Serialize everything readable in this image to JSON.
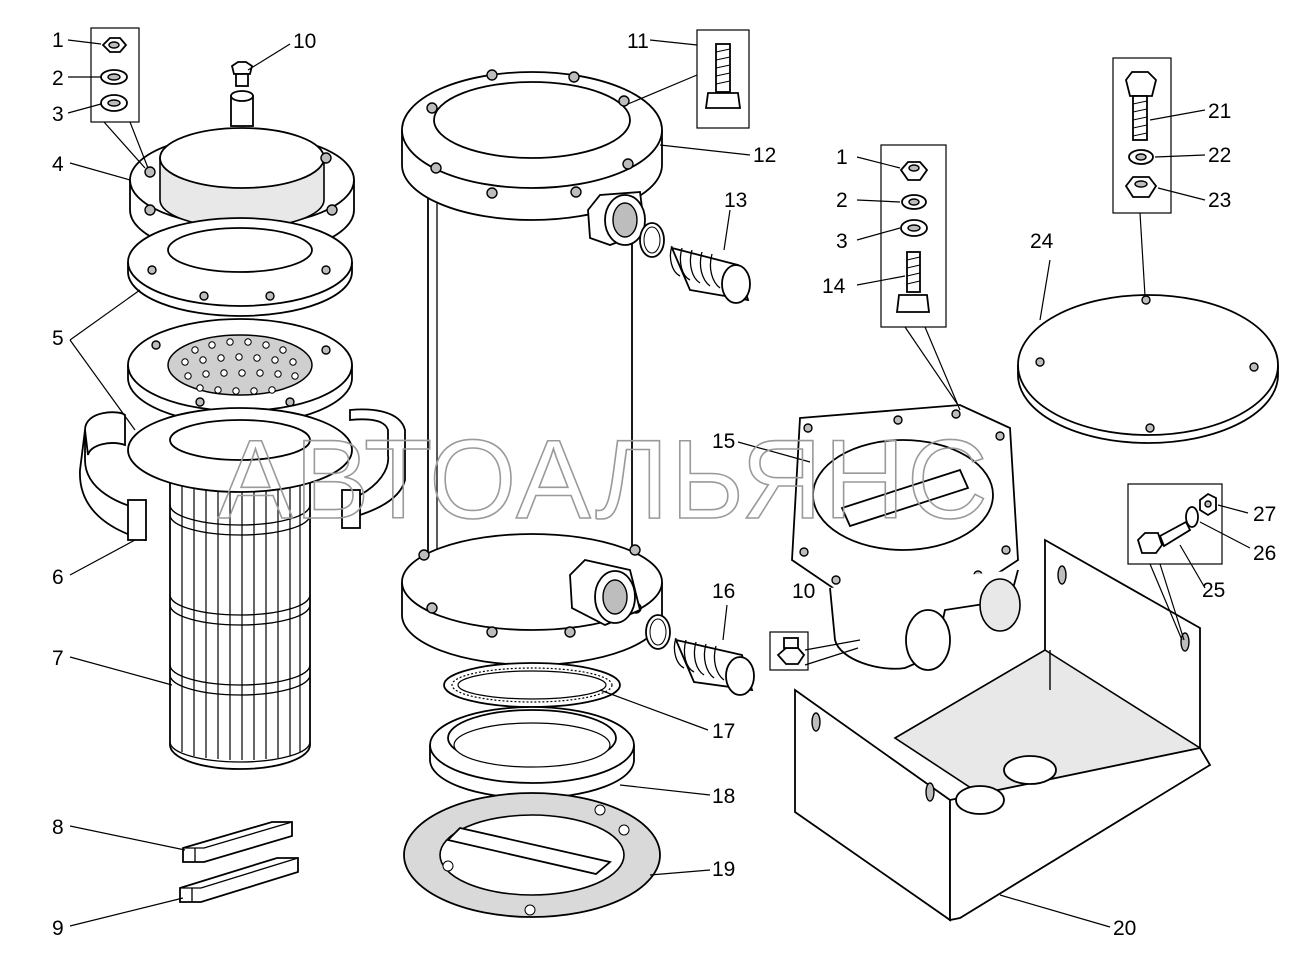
{
  "watermark": "АВТОАЛЬЯНС",
  "callouts": [
    {
      "id": "c1a",
      "text": "1"
    },
    {
      "id": "c2a",
      "text": "2"
    },
    {
      "id": "c3a",
      "text": "3"
    },
    {
      "id": "c4",
      "text": "4"
    },
    {
      "id": "c5",
      "text": "5"
    },
    {
      "id": "c6",
      "text": "6"
    },
    {
      "id": "c7",
      "text": "7"
    },
    {
      "id": "c8",
      "text": "8"
    },
    {
      "id": "c9",
      "text": "9"
    },
    {
      "id": "c10a",
      "text": "10"
    },
    {
      "id": "c11",
      "text": "11"
    },
    {
      "id": "c12",
      "text": "12"
    },
    {
      "id": "c13",
      "text": "13"
    },
    {
      "id": "c1b",
      "text": "1"
    },
    {
      "id": "c2b",
      "text": "2"
    },
    {
      "id": "c3b",
      "text": "3"
    },
    {
      "id": "c14",
      "text": "14"
    },
    {
      "id": "c15",
      "text": "15"
    },
    {
      "id": "c16",
      "text": "16"
    },
    {
      "id": "c10b",
      "text": "10"
    },
    {
      "id": "c17",
      "text": "17"
    },
    {
      "id": "c18",
      "text": "18"
    },
    {
      "id": "c19",
      "text": "19"
    },
    {
      "id": "c20",
      "text": "20"
    },
    {
      "id": "c21",
      "text": "21"
    },
    {
      "id": "c22",
      "text": "22"
    },
    {
      "id": "c23",
      "text": "23"
    },
    {
      "id": "c24",
      "text": "24"
    },
    {
      "id": "c25",
      "text": "25"
    },
    {
      "id": "c26",
      "text": "26"
    },
    {
      "id": "c27",
      "text": "27"
    }
  ]
}
